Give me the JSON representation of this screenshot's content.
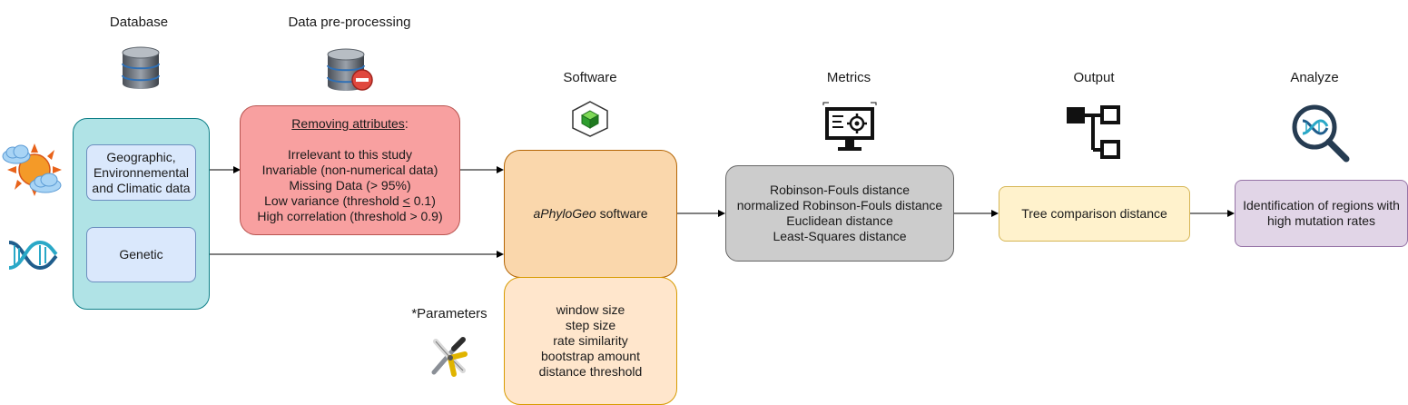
{
  "headers": {
    "database": "Database",
    "preprocessing": "Data pre-processing",
    "software": "Software",
    "metrics": "Metrics",
    "output": "Output",
    "analyze": "Analyze",
    "parameters": "*Parameters"
  },
  "database_box": {
    "geo": [
      "Geographic,",
      "Environnemental",
      "and Climatic data"
    ],
    "genetic": "Genetic"
  },
  "preprocessing_box": {
    "title": "Removing attributes",
    "title_suffix": ":",
    "items": [
      "Irrelevant to this study",
      "Invariable (non-numerical data)",
      "Missing Data (> 95%)"
    ],
    "low_variance_prefix": "Low variance (threshold ",
    "low_variance_symbol": "<",
    "low_variance_suffix": " 0.1)",
    "high_correlation": "High correlation (threshold > 0.9)"
  },
  "software_box": {
    "name": "aPhyloGeo",
    "suffix": " software"
  },
  "parameters_box": {
    "items": [
      "window size",
      "step size",
      "rate similarity",
      "bootstrap amount",
      "distance threshold"
    ]
  },
  "metrics_box": {
    "items": [
      "Robinson-Fouls distance",
      "normalized Robinson-Fouls distance",
      "Euclidean distance",
      "Least-Squares distance"
    ]
  },
  "output_box": {
    "text": "Tree comparison distance"
  },
  "analyze_box": {
    "lines": [
      "Identification of regions with",
      "high mutation rates"
    ]
  },
  "colors": {
    "database_fill": "#b0e3e6",
    "database_stroke": "#0e8088",
    "inner_fill": "#dae8fc",
    "inner_stroke": "#6c8ebf",
    "preproc_fill": "#f8a0a0",
    "preproc_stroke": "#b85450",
    "software_fill": "#fad7ac",
    "software_stroke": "#b46504",
    "params_fill": "#ffe6cc",
    "params_stroke": "#d79b00",
    "metrics_fill": "#cccccc",
    "metrics_stroke": "#666666",
    "output_fill": "#fff2cc",
    "output_stroke": "#d6b656",
    "analyze_fill": "#e1d5e7",
    "analyze_stroke": "#9673a6"
  },
  "icons": [
    "weather-icon",
    "dna-icon",
    "database-icon",
    "database-remove-icon",
    "cube-icon",
    "monitor-settings-icon",
    "tree-icon",
    "dna-search-icon",
    "tools-icon"
  ]
}
